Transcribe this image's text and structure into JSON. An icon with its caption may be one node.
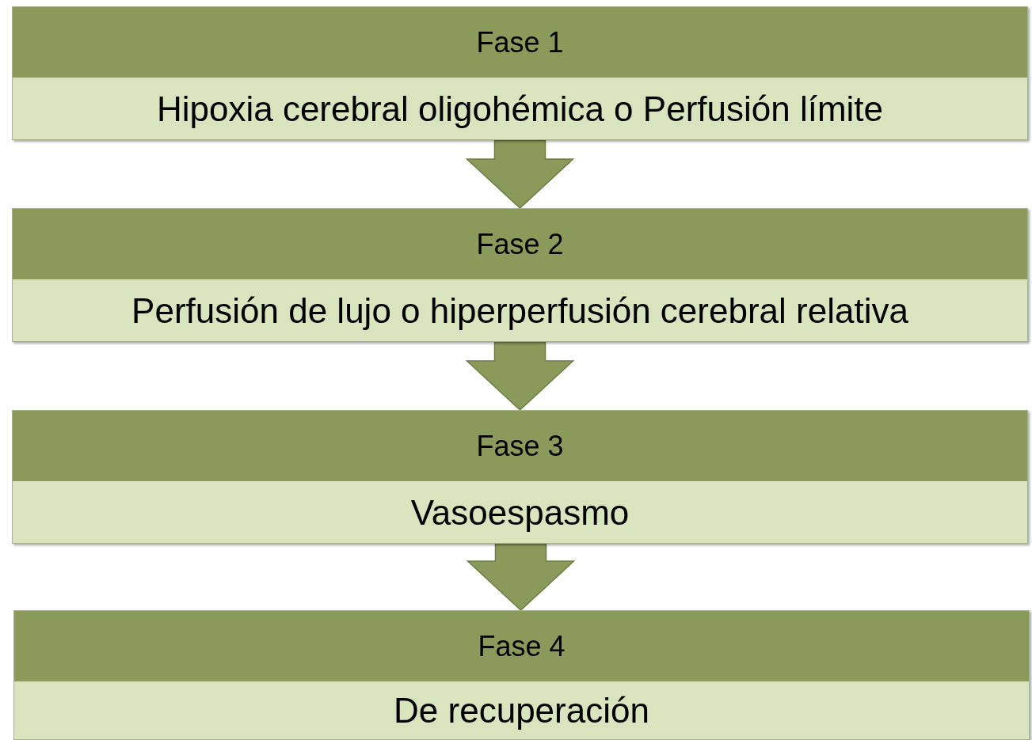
{
  "diagram": {
    "nodes": [
      {
        "text": [
          "Fase 1",
          "Hipoxia cerebral oligohémica o Perfusión límite"
        ]
      },
      {
        "text": [
          "Fase 2",
          "Perfusión de lujo o hiperperfusión cerebral relativa"
        ]
      },
      {
        "text": [
          "Fase 3",
          "Vasoespasmo"
        ]
      },
      {
        "text": [
          "Fase 4",
          "De recuperación"
        ]
      }
    ],
    "edges": [
      {
        "from": 0,
        "to": 1,
        "arrow": "to"
      },
      {
        "from": 1,
        "to": 2,
        "arrow": "to"
      },
      {
        "from": 2,
        "to": 3,
        "arrow": "to"
      }
    ]
  }
}
